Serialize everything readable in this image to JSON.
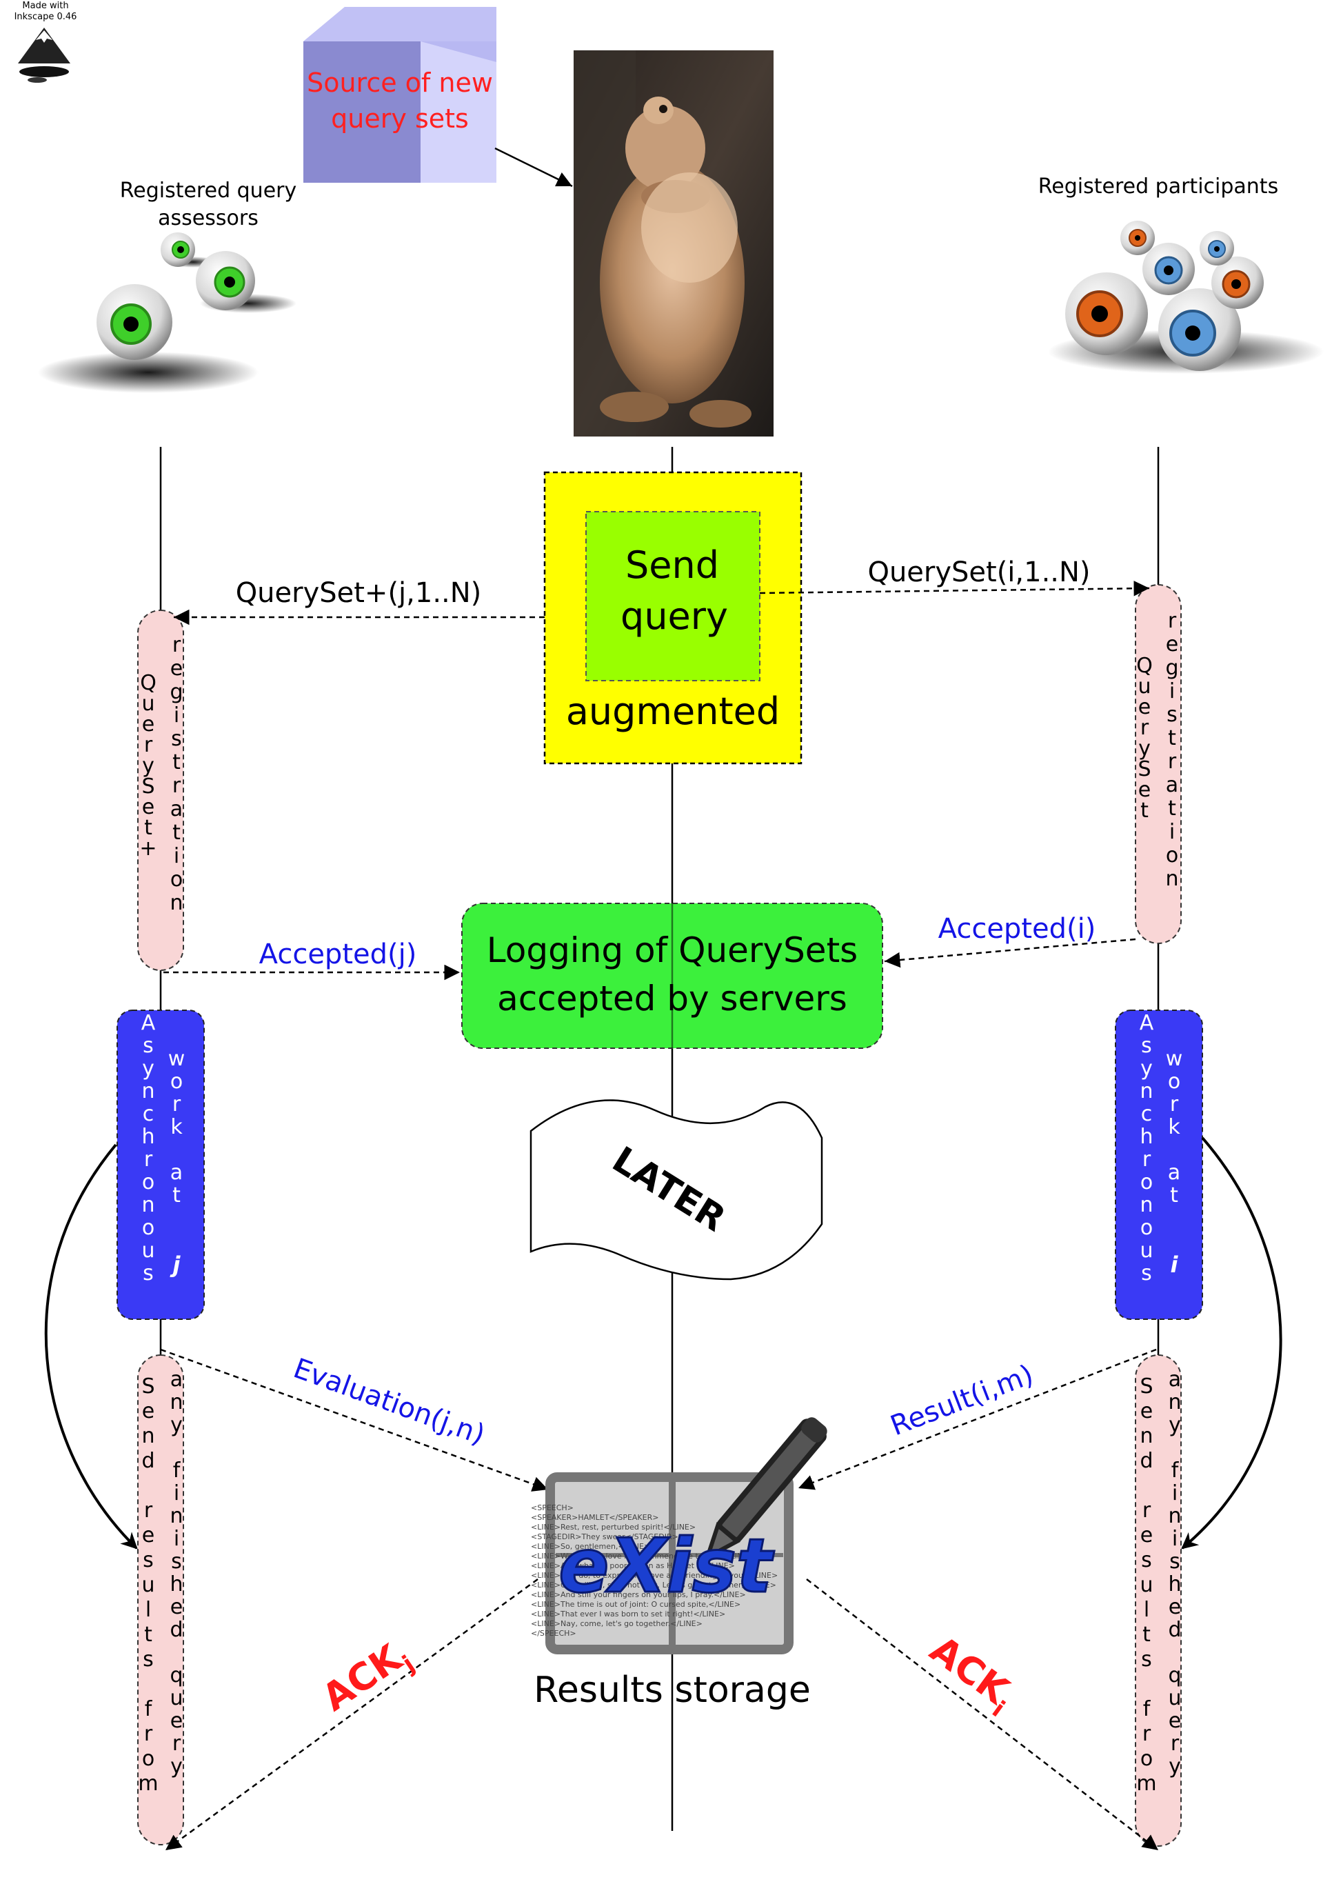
{
  "badge": {
    "line1": "Made with",
    "line2": "Inkscape 0.46"
  },
  "source": {
    "line1": "Source of new",
    "line2": "query sets"
  },
  "assessors": {
    "line1": "Registered query",
    "line2": "assessors"
  },
  "participants": {
    "label": "Registered participants"
  },
  "send_box": {
    "line1": "Send",
    "line2": "query",
    "caption": "augmented"
  },
  "messages": {
    "queryset_plus": "QuerySet+(j,1..N)",
    "queryset": "QuerySet(i,1..N)",
    "accepted_j": "Accepted(j)",
    "accepted_i": "Accepted(i)",
    "evaluation": "Evaluation(j,n)",
    "result": "Result(i,m)",
    "ack_base": "ACK",
    "ack_left_sub": "j",
    "ack_right_sub": "i"
  },
  "logging": {
    "line1": "Logging of QuerySets",
    "line2": "accepted by servers"
  },
  "later": "LATER",
  "storage": {
    "logo": "eXist",
    "label": "Results storage"
  },
  "bars": {
    "left_reg_a": "QuerySet+",
    "left_reg_b": "registration",
    "right_reg_a": "QuerySet",
    "right_reg_b": "registration",
    "async_a": "Asynchronous",
    "async_b": "work at",
    "async_left_var": "j",
    "async_right_var": "i",
    "send_a": "Send results from",
    "send_b": "any finished query"
  },
  "colors": {
    "pink": "#f9d6d6",
    "blue": "#3a3af5",
    "green": "#3cf03c",
    "yellow": "#ffff00",
    "lime": "#99ff00",
    "message_blue": "#1414e6",
    "ack_red": "#ff1a1a",
    "source_red": "#ff2020"
  }
}
